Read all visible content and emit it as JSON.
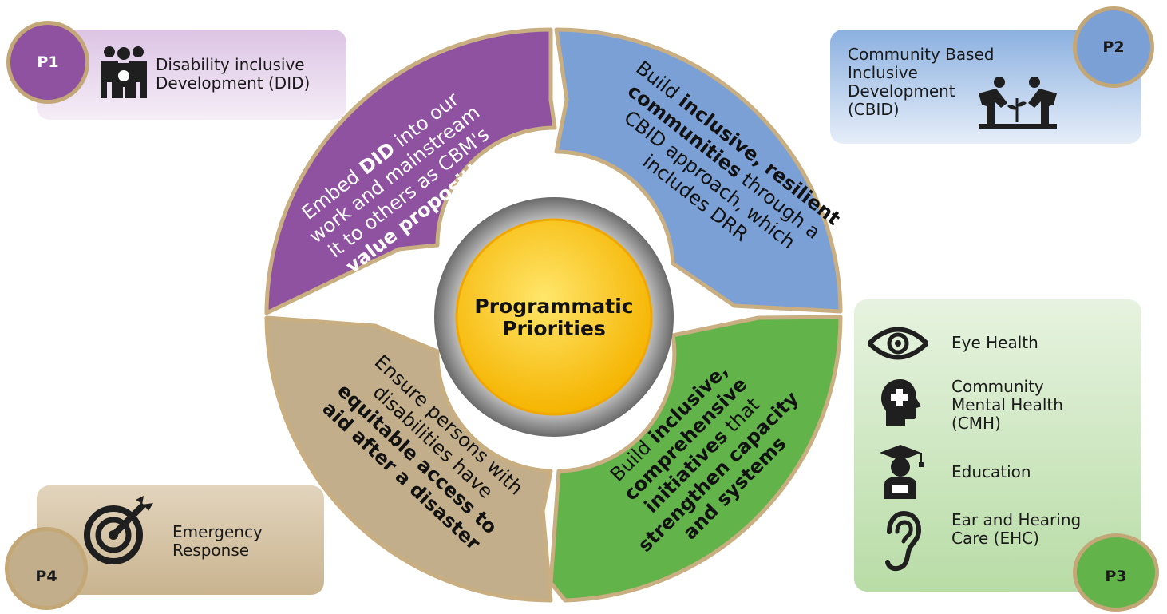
{
  "center": {
    "line1": "Programmatic",
    "line2": "Priorities"
  },
  "p1": {
    "badge": "P1",
    "card_lines": [
      "Disability inclusive",
      "Development (DID)"
    ],
    "segment": {
      "lines": [
        [
          {
            "t": "Embed ",
            "b": false
          },
          {
            "t": "DID",
            "b": true
          },
          {
            "t": " into our",
            "b": false
          }
        ],
        [
          {
            "t": "work and mainstream",
            "b": false
          }
        ],
        [
          {
            "t": "it to others as CBM's",
            "b": false
          }
        ],
        [
          {
            "t": "value proposition",
            "b": true
          }
        ]
      ]
    }
  },
  "p2": {
    "badge": "P2",
    "card_lines": [
      "Community Based",
      "Inclusive",
      "Development",
      "(CBID)"
    ],
    "segment": {
      "lines": [
        [
          {
            "t": "Build ",
            "b": false
          },
          {
            "t": "inclusive, resilient",
            "b": true
          }
        ],
        [
          {
            "t": "communities",
            "b": true
          },
          {
            "t": " through a",
            "b": false
          }
        ],
        [
          {
            "t": "CBID approach, which",
            "b": false
          }
        ],
        [
          {
            "t": "includes DRR",
            "b": false
          }
        ]
      ]
    }
  },
  "p3": {
    "badge": "P3",
    "items": [
      {
        "label_lines": [
          "Eye Health"
        ],
        "icon": "eye-icon"
      },
      {
        "label_lines": [
          "Community",
          "Mental Health",
          "(CMH)"
        ],
        "icon": "head-cross-icon"
      },
      {
        "label_lines": [
          "Education"
        ],
        "icon": "graduate-icon"
      },
      {
        "label_lines": [
          "Ear and Hearing",
          "Care (EHC)"
        ],
        "icon": "ear-icon"
      }
    ],
    "segment": {
      "lines": [
        [
          {
            "t": "Build ",
            "b": false
          },
          {
            "t": "inclusive,",
            "b": true
          }
        ],
        [
          {
            "t": "comprehensive",
            "b": true
          }
        ],
        [
          {
            "t": "initiatives",
            "b": true
          },
          {
            "t": " that",
            "b": false
          }
        ],
        [
          {
            "t": "strengthen capacity",
            "b": true
          }
        ],
        [
          {
            "t": "and systems",
            "b": true
          }
        ]
      ]
    }
  },
  "p4": {
    "badge": "P4",
    "card_lines": [
      "Emergency",
      "Response"
    ],
    "segment": {
      "lines": [
        [
          {
            "t": "Ensure persons with",
            "b": false
          }
        ],
        [
          {
            "t": "disabilities have",
            "b": false
          }
        ],
        [
          {
            "t": "equitable access to",
            "b": true
          }
        ],
        [
          {
            "t": "aid after a disaster",
            "b": true
          }
        ]
      ]
    }
  },
  "colors": {
    "p1": "#8f52a1",
    "p2": "#7ba0d6",
    "p3": "#62b34a",
    "p4": "#c2ae8a",
    "border": "#c8ae80",
    "center": "#fbbf0e"
  }
}
